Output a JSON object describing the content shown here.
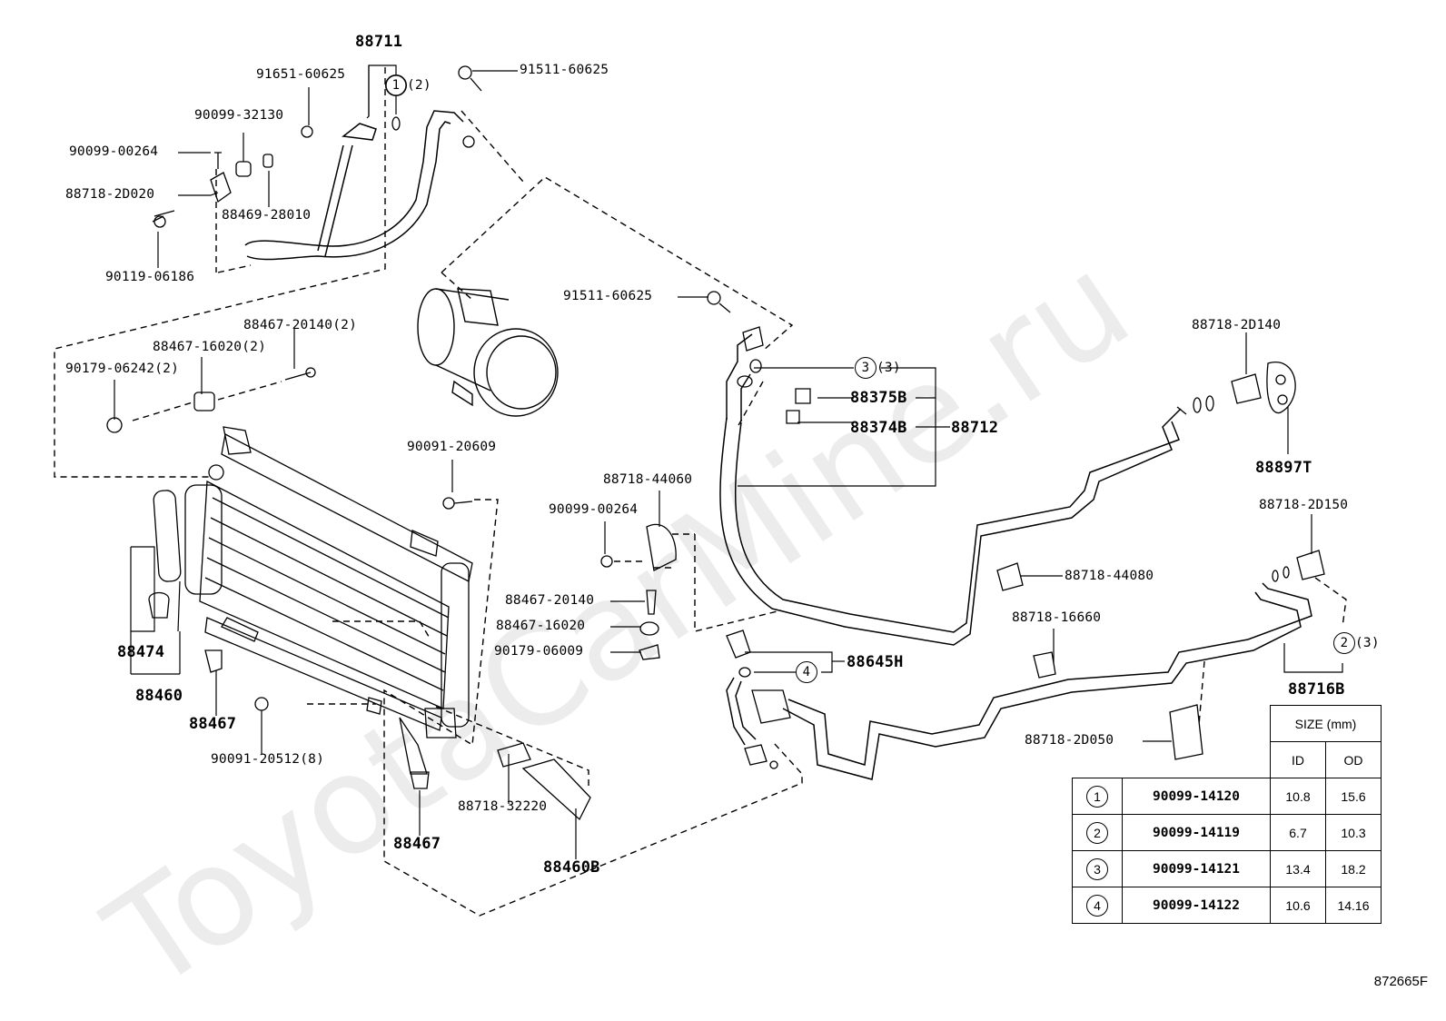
{
  "watermark": "ToyotaCarMine.ru",
  "drawing_code": "872665F",
  "callouts": {
    "p88711": "88711",
    "p91651": "91651-60625",
    "p90099_32130": "90099-32130",
    "p90099_00264_a": "90099-00264",
    "p88718_2D020": "88718-2D020",
    "p88469": "88469-28010",
    "p90119": "90119-06186",
    "p91511_a": "91511-60625",
    "p91511_b": "91511-60625",
    "p88467_20140_2": "88467-20140(2)",
    "p88467_16020_2": "88467-16020(2)",
    "p90179_06242": "90179-06242(2)",
    "p90091_20609": "90091-20609",
    "p88718_44060": "88718-44060",
    "p90099_00264_b": "90099-00264",
    "p88467_20140": "88467-20140",
    "p88467_16020": "88467-16020",
    "p90179_06009": "90179-06009",
    "p88474": "88474",
    "p88460": "88460",
    "p88467_a": "88467",
    "p88467_b": "88467",
    "p90091_20512": "90091-20512(8)",
    "p88718_32220": "88718-32220",
    "p88460B": "88460B",
    "p88375B": "88375B",
    "p88374B": "88374B",
    "p88712": "88712",
    "p88718_2D140": "88718-2D140",
    "p88897T": "88897T",
    "p88718_2D150": "88718-2D150",
    "p88718_44080": "88718-44080",
    "p88718_16660": "88718-16660",
    "p88645H": "88645H",
    "p88716B": "88716B",
    "p88718_2D050": "88718-2D050",
    "q1": "(2)",
    "q2": "(3)",
    "q3": "(3)",
    "c1": "1",
    "c2": "2",
    "c3": "3",
    "c4": "4"
  },
  "size_table": {
    "title": "SIZE (mm)",
    "col_id": "ID",
    "col_od": "OD",
    "rows": [
      {
        "no": "1",
        "part": "90099-14120",
        "id": "10.8",
        "od": "15.6"
      },
      {
        "no": "2",
        "part": "90099-14119",
        "id": "6.7",
        "od": "10.3"
      },
      {
        "no": "3",
        "part": "90099-14121",
        "id": "13.4",
        "od": "18.2"
      },
      {
        "no": "4",
        "part": "90099-14122",
        "id": "10.6",
        "od": "14.16"
      }
    ]
  }
}
